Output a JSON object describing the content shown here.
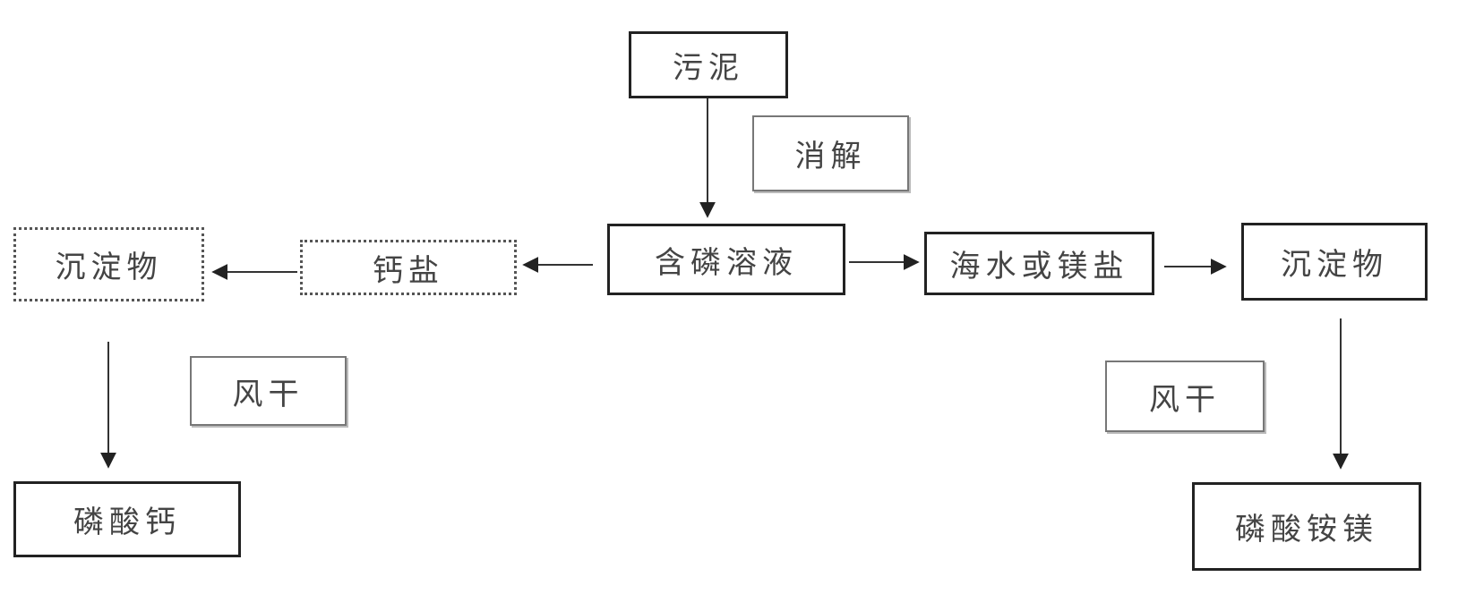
{
  "diagram": {
    "nodes": {
      "sludge": "污泥",
      "digestion": "消解",
      "p_solution": "含磷溶液",
      "calcium_salt": "钙盐",
      "precipitate_left": "沉淀物",
      "air_dry_left": "风干",
      "calcium_phosphate": "磷酸钙",
      "seawater_mg": "海水或镁盐",
      "precipitate_right": "沉淀物",
      "air_dry_right": "风干",
      "struvite": "磷酸铵镁"
    },
    "edges": [
      {
        "from": "污泥",
        "to": "含磷溶液",
        "label": "消解"
      },
      {
        "from": "含磷溶液",
        "to": "钙盐"
      },
      {
        "from": "钙盐",
        "to": "沉淀物"
      },
      {
        "from": "沉淀物",
        "to": "磷酸钙",
        "label": "风干"
      },
      {
        "from": "含磷溶液",
        "to": "海水或镁盐"
      },
      {
        "from": "海水或镁盐",
        "to": "沉淀物"
      },
      {
        "from": "沉淀物",
        "to": "磷酸铵镁",
        "label": "风干"
      }
    ],
    "colors": {
      "line": "#333333",
      "text": "#444444"
    }
  }
}
